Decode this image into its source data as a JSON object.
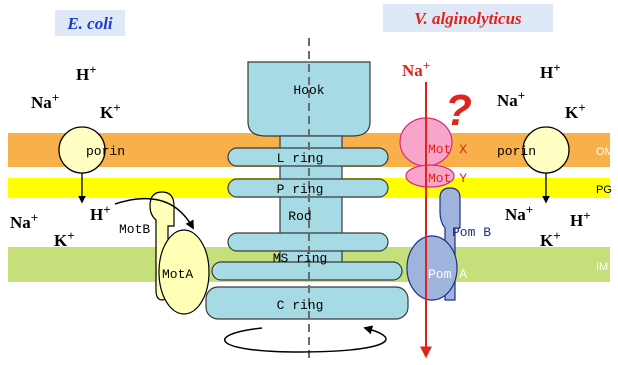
{
  "species": {
    "left": "E. coli",
    "right": "V. alginolyticus"
  },
  "membranes": {
    "outer": "OM",
    "peptidoglycan": "PG",
    "inner": "IM"
  },
  "motor": {
    "hook": "Hook",
    "l_ring": "L ring",
    "p_ring": "P ring",
    "rod": "Rod",
    "ms_ring": "MS ring",
    "c_ring": "C ring"
  },
  "ecoli": {
    "porin": "porin",
    "mot_a": "MotA",
    "mot_b": "MotB",
    "ions_top": {
      "h": "H",
      "na": "Na",
      "k": "K"
    },
    "ions_bottom": {
      "na": "Na",
      "h": "H",
      "k": "K"
    }
  },
  "vibrio": {
    "porin": "porin",
    "mot_x": "Mot X",
    "mot_y": "Mot Y",
    "pom_a": "Pom A",
    "pom_b": "Pom B",
    "sodium": "Na",
    "question": "?",
    "ions_top": {
      "h": "H",
      "na": "Na",
      "k": "K"
    },
    "ions_bottom": {
      "na": "Na",
      "h": "H",
      "k": "K"
    }
  },
  "plus": "+",
  "colors": {
    "om": "#f7b04a",
    "pg": "#ffff00",
    "im": "#c5e07a",
    "motor_fill": "#a6dbe6",
    "motor_stroke": "#3a3a3a",
    "stator_ecoli": "#ffffb8",
    "mot_xy": "#f7a6c9",
    "pom_fill": "#9fb4dc",
    "pom_stroke": "#1f2d8a",
    "sodium_arrow": "#e0241b",
    "species_label": "#1f3bd1",
    "title_red": "#e0241b"
  }
}
